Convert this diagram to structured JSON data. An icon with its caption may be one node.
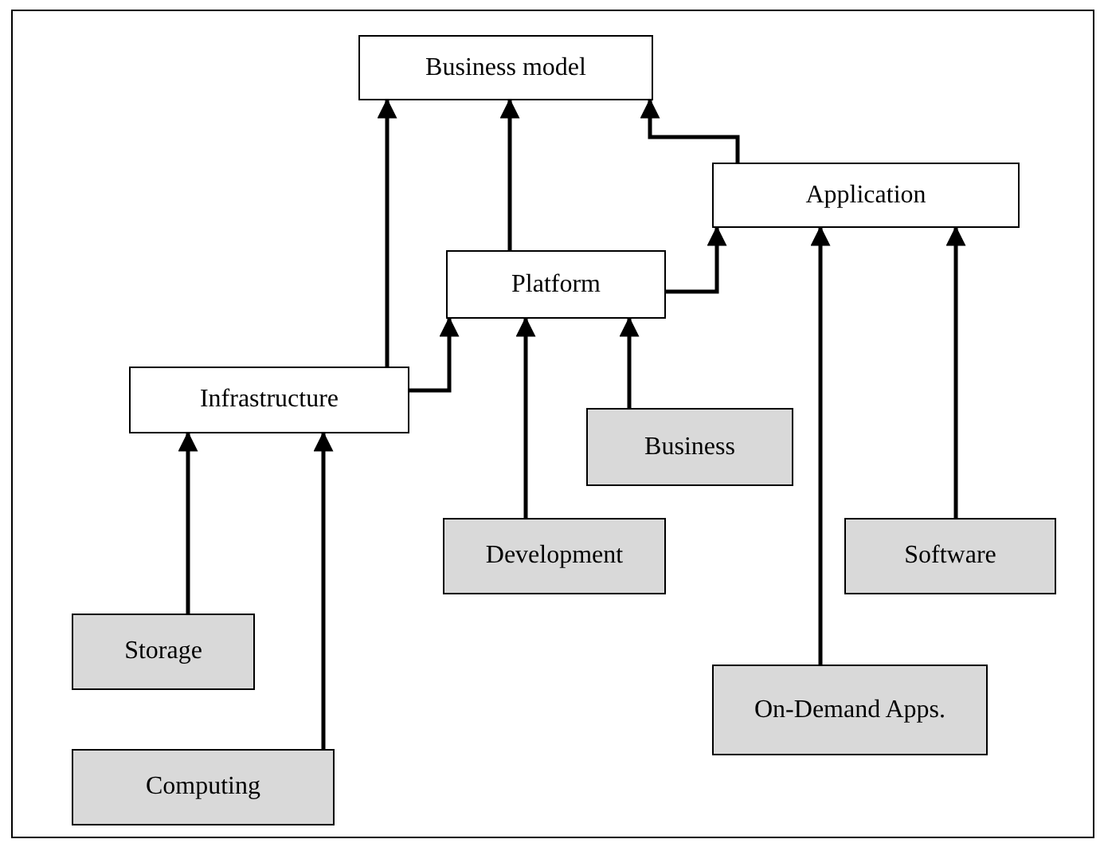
{
  "diagram": {
    "nodes": [
      {
        "text": [
          "Business model"
        ]
      },
      {
        "text": [
          "Application"
        ]
      },
      {
        "text": [
          "Platform"
        ]
      },
      {
        "text": [
          "Infrastructure"
        ]
      },
      {
        "text": [
          "Business"
        ]
      },
      {
        "text": [
          "Development"
        ]
      },
      {
        "text": [
          "Software"
        ]
      },
      {
        "text": [
          "Storage"
        ]
      },
      {
        "text": [
          "On-Demand Apps."
        ]
      },
      {
        "text": [
          "Computing"
        ]
      }
    ],
    "edges": [
      {
        "from": 3,
        "to": 0,
        "arrow": "to"
      },
      {
        "from": 3,
        "to": 2,
        "arrow": "to"
      },
      {
        "from": 2,
        "to": 0,
        "arrow": "to"
      },
      {
        "from": 2,
        "to": 1,
        "arrow": "to"
      },
      {
        "from": 1,
        "to": 0,
        "arrow": "to"
      },
      {
        "from": 5,
        "to": 2,
        "arrow": "to"
      },
      {
        "from": 4,
        "to": 2,
        "arrow": "to"
      },
      {
        "from": 8,
        "to": 1,
        "arrow": "to"
      },
      {
        "from": 6,
        "to": 1,
        "arrow": "to"
      },
      {
        "from": 7,
        "to": 3,
        "arrow": "to"
      },
      {
        "from": 9,
        "to": 3,
        "arrow": "to"
      }
    ]
  }
}
